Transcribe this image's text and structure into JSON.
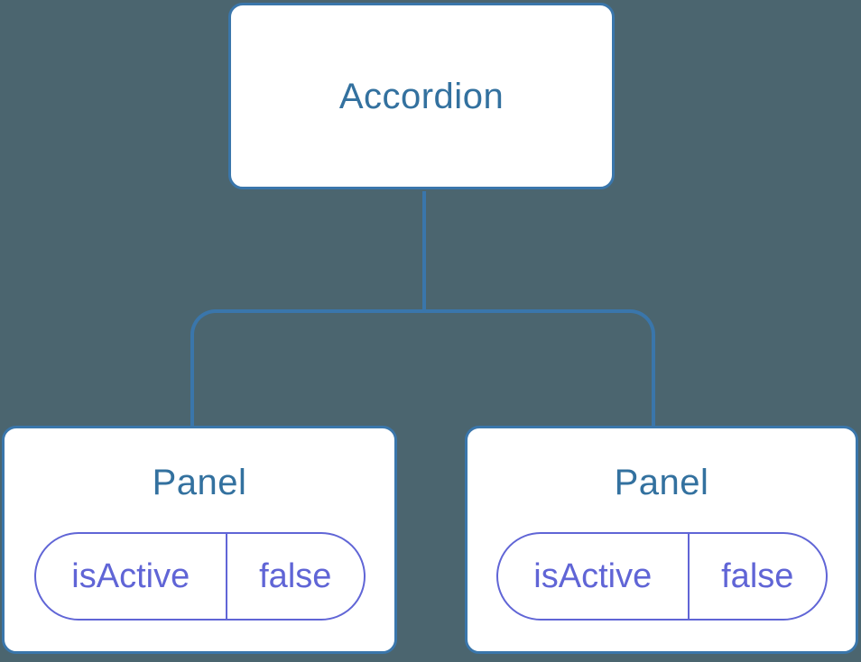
{
  "diagram": {
    "type": "component-tree",
    "colors": {
      "background": "#4b656f",
      "node_fill": "#ffffff",
      "node_border": "#3a76ab",
      "node_title": "#33719f",
      "connector": "#3a76ab",
      "state_accent": "#6065d6"
    },
    "root": {
      "label": "Accordion"
    },
    "children": [
      {
        "label": "Panel",
        "state": {
          "key": "isActive",
          "value": "false"
        }
      },
      {
        "label": "Panel",
        "state": {
          "key": "isActive",
          "value": "false"
        }
      }
    ]
  }
}
